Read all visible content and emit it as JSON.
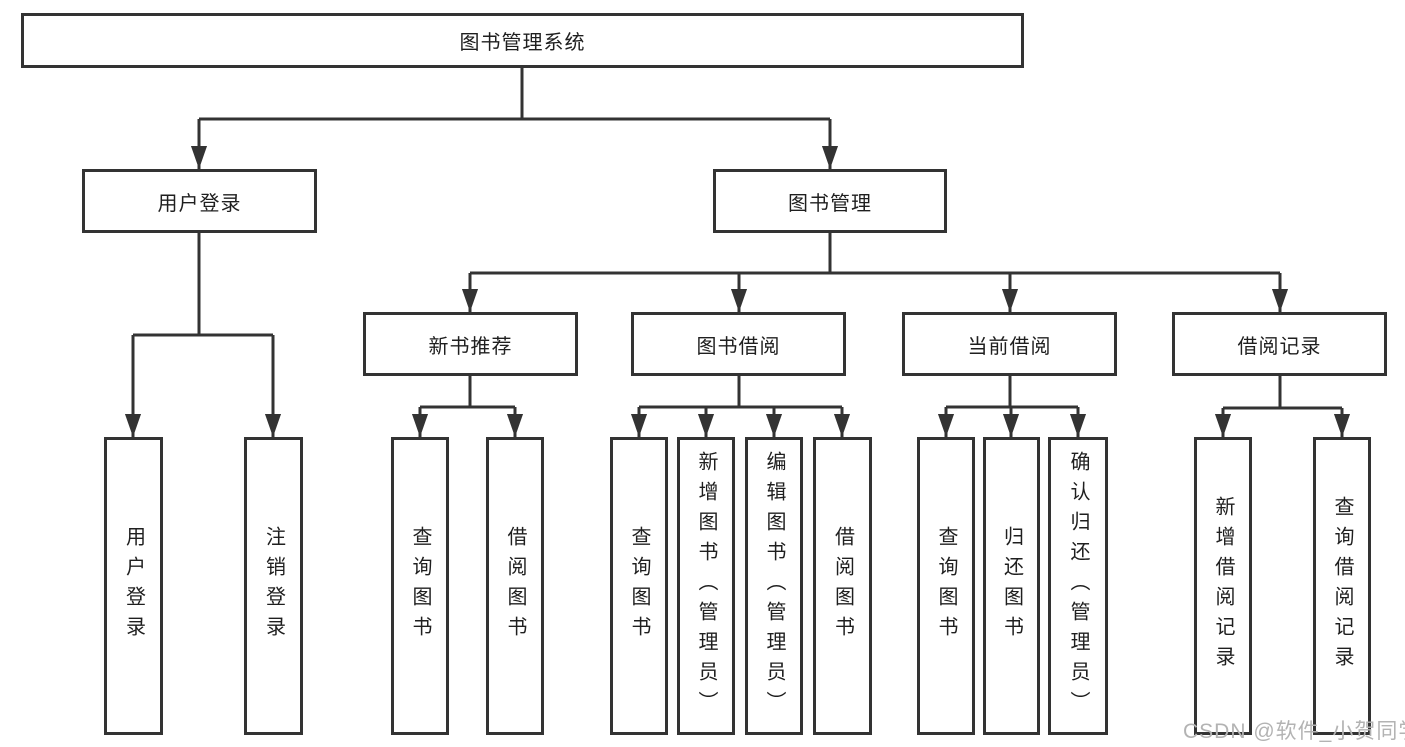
{
  "diagram": {
    "tree": {
      "label": "图书管理系统",
      "children": [
        {
          "label": "用户登录",
          "children": [
            {
              "label": "用户登录"
            },
            {
              "label": "注销登录"
            }
          ]
        },
        {
          "label": "图书管理",
          "children": [
            {
              "label": "新书推荐",
              "children": [
                {
                  "label": "查询图书"
                },
                {
                  "label": "借阅图书"
                }
              ]
            },
            {
              "label": "图书借阅",
              "children": [
                {
                  "label": "查询图书"
                },
                {
                  "label": "新增图书（管理员）"
                },
                {
                  "label": "编辑图书（管理员）"
                },
                {
                  "label": "借阅图书"
                }
              ]
            },
            {
              "label": "当前借阅",
              "children": [
                {
                  "label": "查询图书"
                },
                {
                  "label": "归还图书"
                },
                {
                  "label": "确认归还（管理员）"
                }
              ]
            },
            {
              "label": "借阅记录",
              "children": [
                {
                  "label": "新增借阅记录"
                },
                {
                  "label": "查询借阅记录"
                }
              ]
            }
          ]
        }
      ]
    },
    "colors": {
      "line": "#333333",
      "text": "#1f1f1f",
      "background": "#ffffff",
      "watermark": "#b3b3b3"
    }
  },
  "watermark": {
    "text": "CSDN @软件_小贺同学"
  }
}
